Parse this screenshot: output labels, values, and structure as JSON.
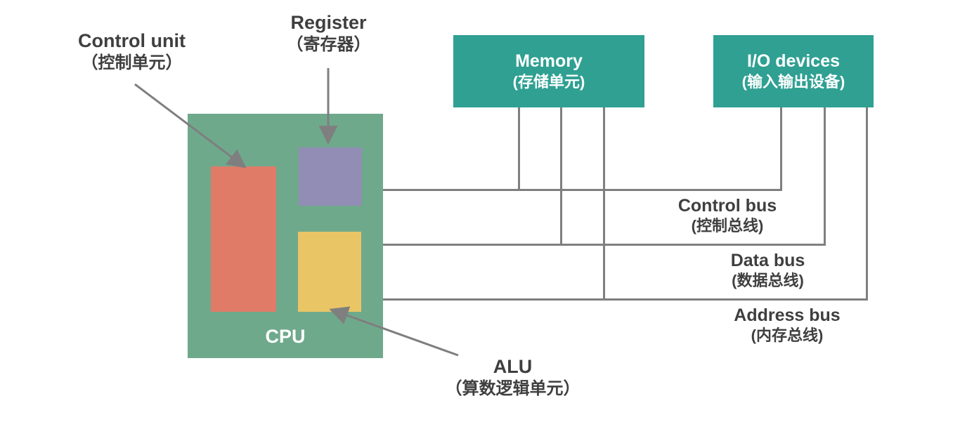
{
  "diagram_title": "CPU architecture and bus diagram",
  "colors": {
    "cpu_block": "#6FA98C",
    "module_teal": "#2FA092",
    "control_unit": "#E07B67",
    "register": "#918DB4",
    "alu": "#EAC565",
    "line": "#7F7F7F",
    "text_dark": "#3F3F3F",
    "text_light": "#FFFFFF"
  },
  "cpu": {
    "label": "CPU"
  },
  "blocks": {
    "memory": {
      "en": "Memory",
      "zh": "(存储单元)"
    },
    "io": {
      "en": "I/O devices",
      "zh": "(输入输出设备)"
    }
  },
  "callouts": {
    "control_unit": {
      "en": "Control unit",
      "zh": "（控制单元）"
    },
    "register": {
      "en": "Register",
      "zh": "（寄存器）"
    },
    "alu": {
      "en": "ALU",
      "zh": "（算数逻辑单元）"
    }
  },
  "buses": {
    "control": {
      "en": "Control bus",
      "zh": "(控制总线)"
    },
    "data": {
      "en": "Data bus",
      "zh": "(数据总线)"
    },
    "address": {
      "en": "Address bus",
      "zh": "(内存总线)"
    }
  }
}
